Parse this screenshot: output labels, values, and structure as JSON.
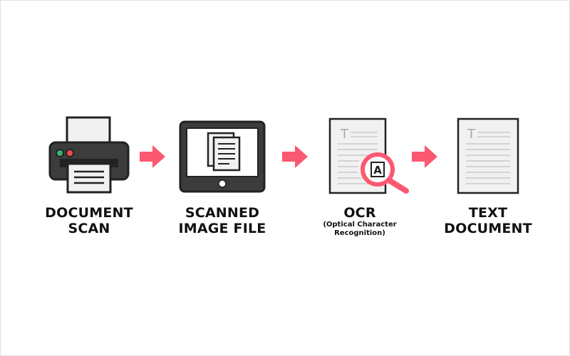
{
  "colors": {
    "outline": "#222222",
    "arrow": "#fb5871",
    "screen_bg": "#3c3c3c",
    "paper": "#f1f1f1",
    "text_lines": "#c9c9c9",
    "led_green": "#2fb46e",
    "led_red": "#ef4b4b"
  },
  "steps": [
    {
      "id": "document-scan",
      "icon": "printer-icon",
      "title_lines": [
        "DOCUMENT",
        "SCAN"
      ]
    },
    {
      "id": "scanned-image-file",
      "icon": "tablet-document-icon",
      "title_lines": [
        "SCANNED",
        "IMAGE FILE"
      ]
    },
    {
      "id": "ocr",
      "icon": "magnifier-document-icon",
      "title_lines": [
        "OCR"
      ],
      "subtitle_lines": [
        "(Optical Character",
        "Recognition)"
      ],
      "magnified_glyph": "A",
      "page_glyph": "T"
    },
    {
      "id": "text-document",
      "icon": "text-document-icon",
      "title_lines": [
        "TEXT",
        "DOCUMENT"
      ],
      "page_glyph": "T"
    }
  ],
  "arrows": [
    "arrow-right-icon",
    "arrow-right-icon",
    "arrow-right-icon"
  ]
}
